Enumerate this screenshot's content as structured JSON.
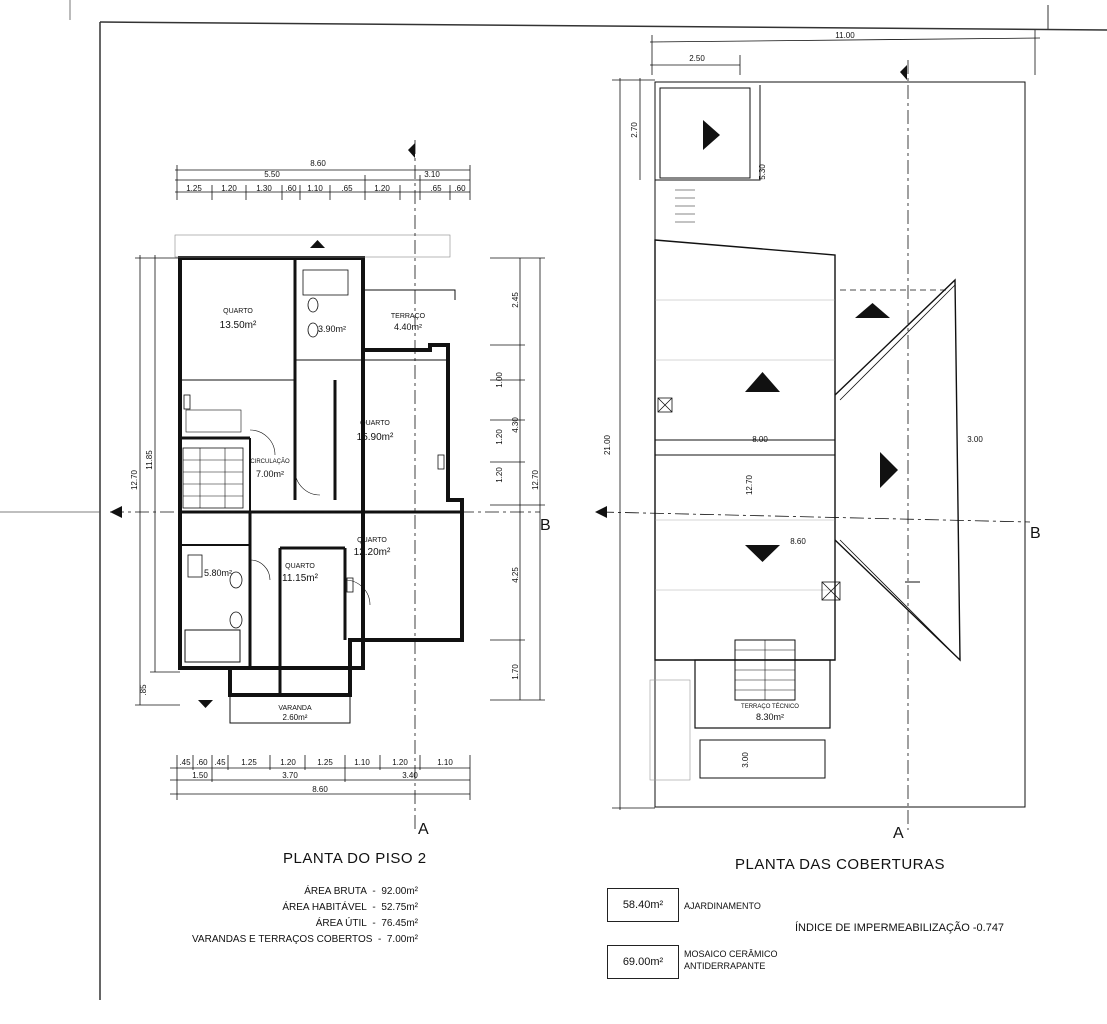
{
  "plans": {
    "left": {
      "title": "PLANTA DO PISO 2",
      "areas": [
        {
          "label": "ÁREA BRUTA",
          "value": "92.00m²"
        },
        {
          "label": "ÁREA HABITÁVEL",
          "value": "52.75m²"
        },
        {
          "label": "ÁREA ÚTIL",
          "value": "76.45m²"
        },
        {
          "label": "VARANDAS E TERRAÇOS COBERTOS",
          "value": "7.00m²"
        }
      ],
      "rooms": [
        {
          "name": "QUARTO",
          "area": "13.50m²"
        },
        {
          "name": "QUARTO",
          "area": "15.90m²"
        },
        {
          "name": "CIRCULAÇÃO",
          "area": "7.00m²"
        },
        {
          "name": "QUARTO",
          "area": "11.15m²"
        },
        {
          "name": "QUARTO",
          "area": "12.20m²"
        },
        {
          "name": "TERRAÇO",
          "area": "4.40m²"
        },
        {
          "name": "VARANDA",
          "area": "2.60m²"
        },
        {
          "name": "",
          "area": "3.90m²"
        },
        {
          "name": "",
          "area": "5.80m²"
        }
      ],
      "dims_top_total": "8.60",
      "dims_top_mid": [
        "5.50",
        "3.10"
      ],
      "dims_top": [
        "1.25",
        "1.20",
        "1.30",
        ".60",
        "1.10",
        ".65",
        "1.20",
        ".65",
        ".60"
      ],
      "dims_bottom": [
        ".45",
        ".60",
        ".45",
        "1.25",
        "1.20",
        "1.25",
        "1.10",
        "1.20",
        "1.10"
      ],
      "dims_bottom_mid": [
        "1.50",
        "3.70",
        "3.40"
      ],
      "dims_bottom_total": "8.60",
      "dims_left": [
        "12.70",
        "11.85",
        ".85"
      ],
      "dims_right": [
        "2.45",
        "1.00",
        "1.20",
        "1.20",
        "4.30",
        "12.70",
        "4.25",
        "1.70"
      ],
      "section_a": "A",
      "section_b": "B"
    },
    "right": {
      "title": "PLANTA DAS COBERTURAS",
      "dims": [
        "11.00",
        "2.50",
        "2.70",
        "5.30",
        "21.00",
        "8.00",
        "3.00",
        "12.70",
        "8.60",
        "3.00"
      ],
      "terraco": {
        "name": "TERRAÇO TÉCNICO",
        "area": "8.30m²"
      },
      "section_a": "A",
      "section_b": "B",
      "legend": [
        {
          "value": "58.40m²",
          "label": "AJARDINAMENTO"
        },
        {
          "value": "69.00m²",
          "label": "MOSAICO CERÂMICO ANTIDERRAPANTE"
        }
      ],
      "index_text": "ÍNDICE DE IMPERMEABILIZAÇÃO -0.747"
    }
  }
}
